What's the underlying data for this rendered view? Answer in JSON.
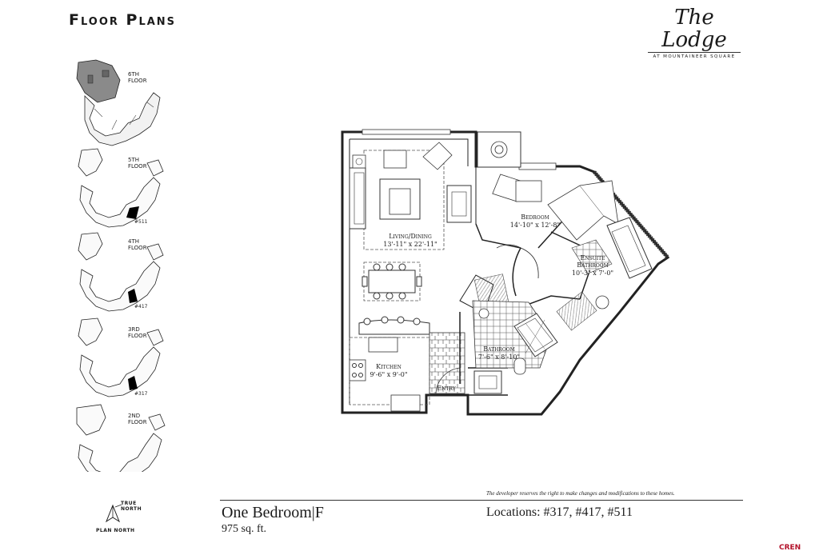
{
  "header": {
    "title": "Floor Plans"
  },
  "logo": {
    "script": "The Lodge",
    "subtitle": "AT MOUNTAINEER SQUARE"
  },
  "floors": [
    {
      "line1": "6TH",
      "line2": "FLOOR",
      "unit": ""
    },
    {
      "line1": "5TH",
      "line2": "FLOOR",
      "unit": "#511"
    },
    {
      "line1": "4TH",
      "line2": "FLOOR",
      "unit": "#417"
    },
    {
      "line1": "3RD",
      "line2": "FLOOR",
      "unit": "#317"
    },
    {
      "line1": "2ND",
      "line2": "FLOOR",
      "unit": ""
    }
  ],
  "rooms": {
    "bedroom": {
      "name": "Bedroom",
      "dims": "14'-10\" x 12'-8\""
    },
    "living": {
      "name": "Living/Dining",
      "dims": "13'-11\" x 22'-11\""
    },
    "ensuite": {
      "name1": "Ensuite",
      "name2": "Bathroom",
      "dims": "10'-3\" x 7'-0\""
    },
    "bathroom": {
      "name": "Bathroom",
      "dims": "7'-6\" x 8'-10\""
    },
    "kitchen": {
      "name": "Kitchen",
      "dims": "9'-6\" x 9'-0\""
    },
    "entry": {
      "name": "Entry"
    }
  },
  "footer": {
    "disclaimer": "The developer reserves the right to make changes and modifications to these homes.",
    "plan_name": "One Bedroom|F",
    "sqft": "975 sq. ft.",
    "locations": "Locations: #317, #417, #511"
  },
  "compass": {
    "true_north_1": "TRUE",
    "true_north_2": "NORTH",
    "plan_north": "PLAN NORTH"
  },
  "watermark": "CREN",
  "colors": {
    "ink": "#1a1a1a",
    "highlight_floor": "#8a8a8a",
    "unit_marker": "#000000",
    "cren": "#b3122a"
  }
}
